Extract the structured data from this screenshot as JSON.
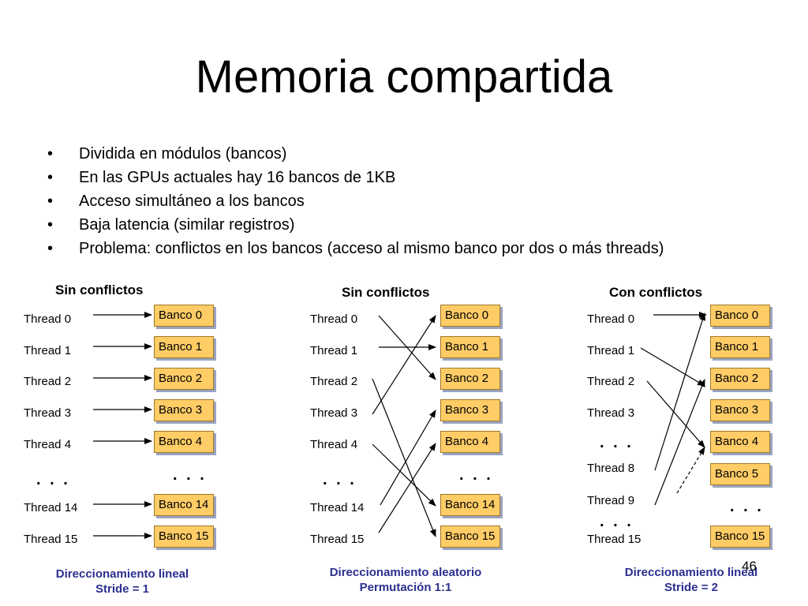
{
  "title": "Memoria compartida",
  "bullets": [
    "Dividida en módulos (bancos)",
    "En las GPUs actuales hay 16 bancos de 1KB",
    "Acceso simultáneo a los bancos",
    "Baja latencia (similar registros)",
    "Problema: conflictos en los bancos (acceso al mismo banco por dos o  más threads)"
  ],
  "bullet_symbol": "•",
  "ellipsis": ". . .",
  "panels": [
    {
      "title": "Sin conflictos",
      "threads": [
        "Thread 0",
        "Thread 1",
        "Thread 2",
        "Thread 3",
        "Thread 4",
        "Thread 14",
        "Thread 15"
      ],
      "banks": [
        "Banco 0",
        "Banco 1",
        "Banco 2",
        "Banco 3",
        "Banco 4",
        "Banco 14",
        "Banco 15"
      ],
      "caption": [
        "Direccionamiento lineal",
        "Stride = 1"
      ]
    },
    {
      "title": "Sin conflictos",
      "threads": [
        "Thread 0",
        "Thread 1",
        "Thread 2",
        "Thread 3",
        "Thread 4",
        "Thread 14",
        "Thread 15"
      ],
      "banks": [
        "Banco 0",
        "Banco 1",
        "Banco 2",
        "Banco 3",
        "Banco 4",
        "Banco 14",
        "Banco 15"
      ],
      "caption": [
        "Direccionamiento aleatorio",
        "Permutación 1:1"
      ]
    },
    {
      "title": "Con conflictos",
      "threads": [
        "Thread 0",
        "Thread 1",
        "Thread 2",
        "Thread 3",
        "Thread 8",
        "Thread 9",
        "Thread 15"
      ],
      "banks": [
        "Banco 0",
        "Banco 1",
        "Banco 2",
        "Banco 3",
        "Banco 4",
        "Banco 5",
        "Banco 15"
      ],
      "caption": [
        "Direccionamiento lineal",
        "Stride = 2"
      ]
    }
  ],
  "page_number": "46",
  "colors": {
    "bank_fill": "#ffcc66",
    "caption": "#2b2f8f"
  }
}
